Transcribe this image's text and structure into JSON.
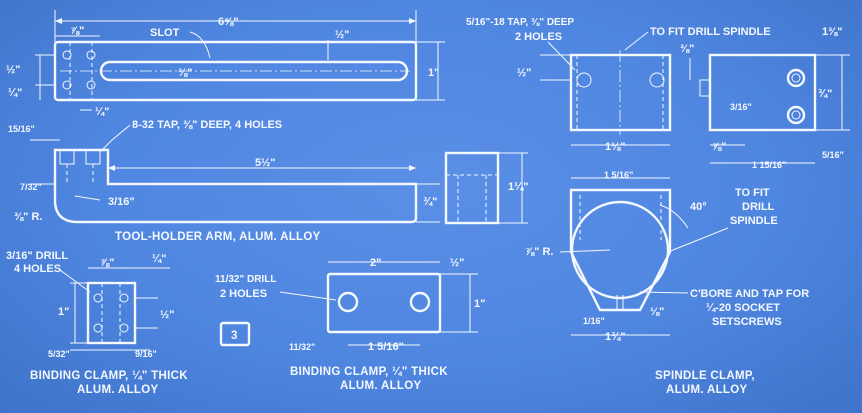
{
  "arm": {
    "title": "TOOL-HOLDER ARM, ALUM. ALLOY",
    "slot": "SLOT",
    "len": "6⅝\"",
    "d78": "⅞\"",
    "d38": "⅜\"",
    "d12a": "½\"",
    "d1": "1\"",
    "d12b": "½\"",
    "d14": "¼\"",
    "d14b": "¼\"",
    "tap": "8-32 TAP, ⅜\" DEEP, 4 HOLES",
    "d1516": "15/16\"",
    "d512": "5½\"",
    "d732": "7/32\"",
    "d316": "3/16\"",
    "r38": "⅜\" R.",
    "d34": "¾\"",
    "d114": "1¼\""
  },
  "bc1": {
    "title1": "BINDING CLAMP, ¼\" THICK",
    "title2": "ALUM. ALLOY",
    "drill1": "3/16\" DRILL",
    "drill2": "4 HOLES",
    "w": "⅞\"",
    "t": "¼\"",
    "h": "1\"",
    "s": "½\"",
    "l": "5/32\"",
    "r": "9/16\""
  },
  "fig": "3",
  "bc2": {
    "title1": "BINDING CLAMP, ¼\" THICK",
    "title2": "ALUM. ALLOY",
    "drill1": "11/32\" DRILL",
    "drill2": "2 HOLES",
    "w": "2\"",
    "t": "½\"",
    "h": "1\"",
    "e": "11/32\"",
    "c": "1 5/16\""
  },
  "sp": {
    "tap1": "5/16\"-18 TAP, ⅜\" DEEP",
    "tap2": "2 HOLES",
    "fit": "TO FIT DRILL SPINDLE",
    "d12": "½\"",
    "d138": "1⅜\"",
    "d38": "⅜\"",
    "d34": "¾\"",
    "d316": "3/16\"",
    "d118": "1⅛\"",
    "d78": "⅞\"",
    "d11516": "1 15/16\"",
    "d516": "5/16\""
  },
  "sc": {
    "title1": "SPINDLE CLAMP,",
    "title2": "ALUM. ALLOY",
    "fit1": "TO FIT",
    "fit2": "DRILL",
    "fit3": "SPINDLE",
    "ang": "40°",
    "r": "⅞\" R.",
    "w": "1 5/16\"",
    "bore1": "C'BORE AND TAP FOR",
    "bore2": "¼-20 SOCKET",
    "bore3": "SETSCREWS",
    "g1": "1/16\"",
    "g2": "⅛\"",
    "base": "1¾\""
  }
}
